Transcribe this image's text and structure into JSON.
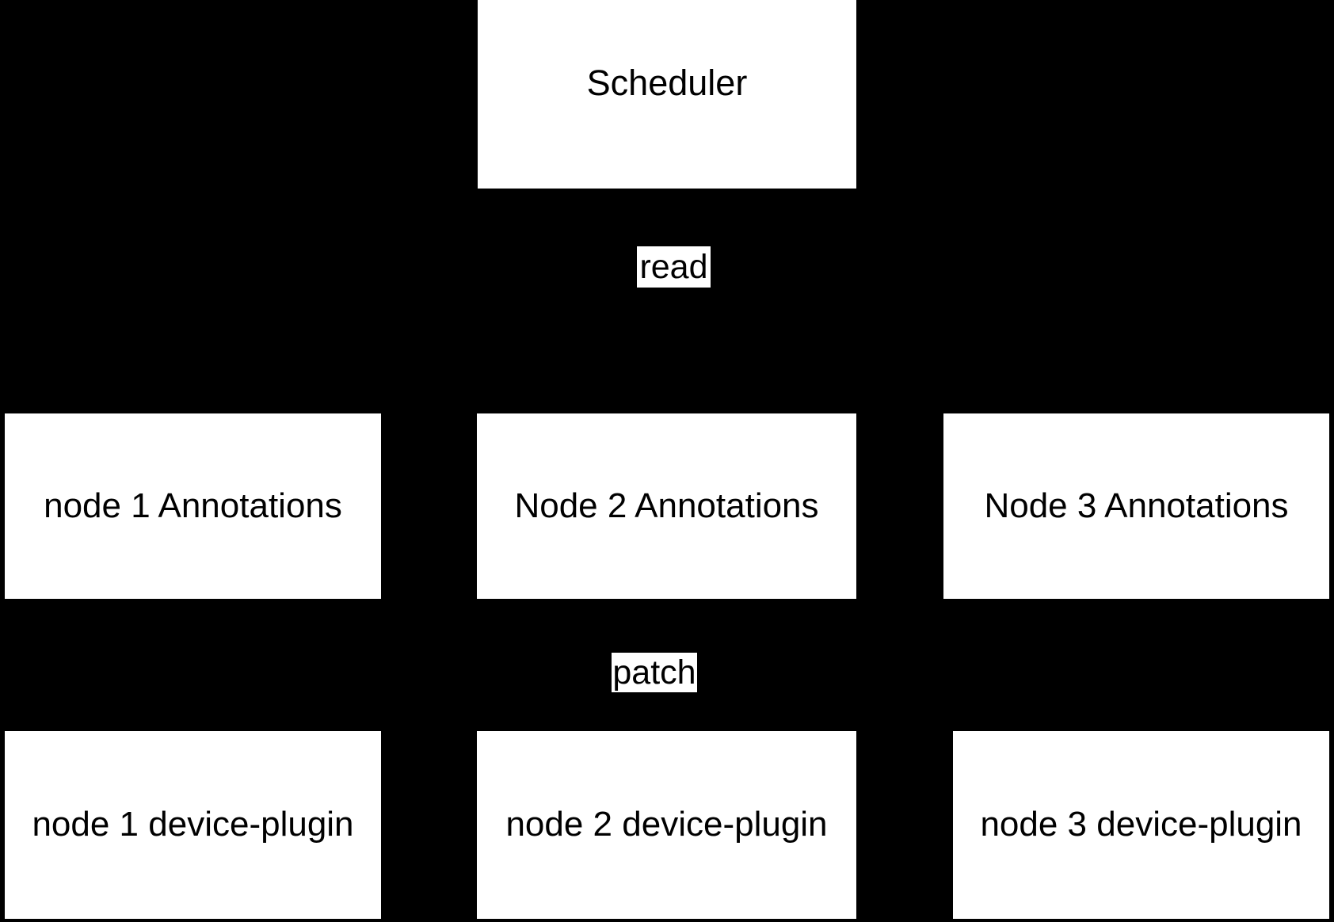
{
  "diagram": {
    "background_color": "#000000",
    "box_fill_color": "#ffffff",
    "text_color": "#000000",
    "nodes": {
      "scheduler": {
        "label": "Scheduler"
      },
      "annotations": [
        {
          "label": "node 1 Annotations"
        },
        {
          "label": "Node 2 Annotations"
        },
        {
          "label": "Node 3 Annotations"
        }
      ],
      "device_plugins": [
        {
          "label": "node 1 device-plugin"
        },
        {
          "label": "node 2 device-plugin"
        },
        {
          "label": "node 3 device-plugin"
        }
      ]
    },
    "edges": [
      {
        "label": "read",
        "from": "scheduler",
        "to": "annotations"
      },
      {
        "label": "patch",
        "from": "device_plugins",
        "to": "annotations"
      }
    ]
  }
}
